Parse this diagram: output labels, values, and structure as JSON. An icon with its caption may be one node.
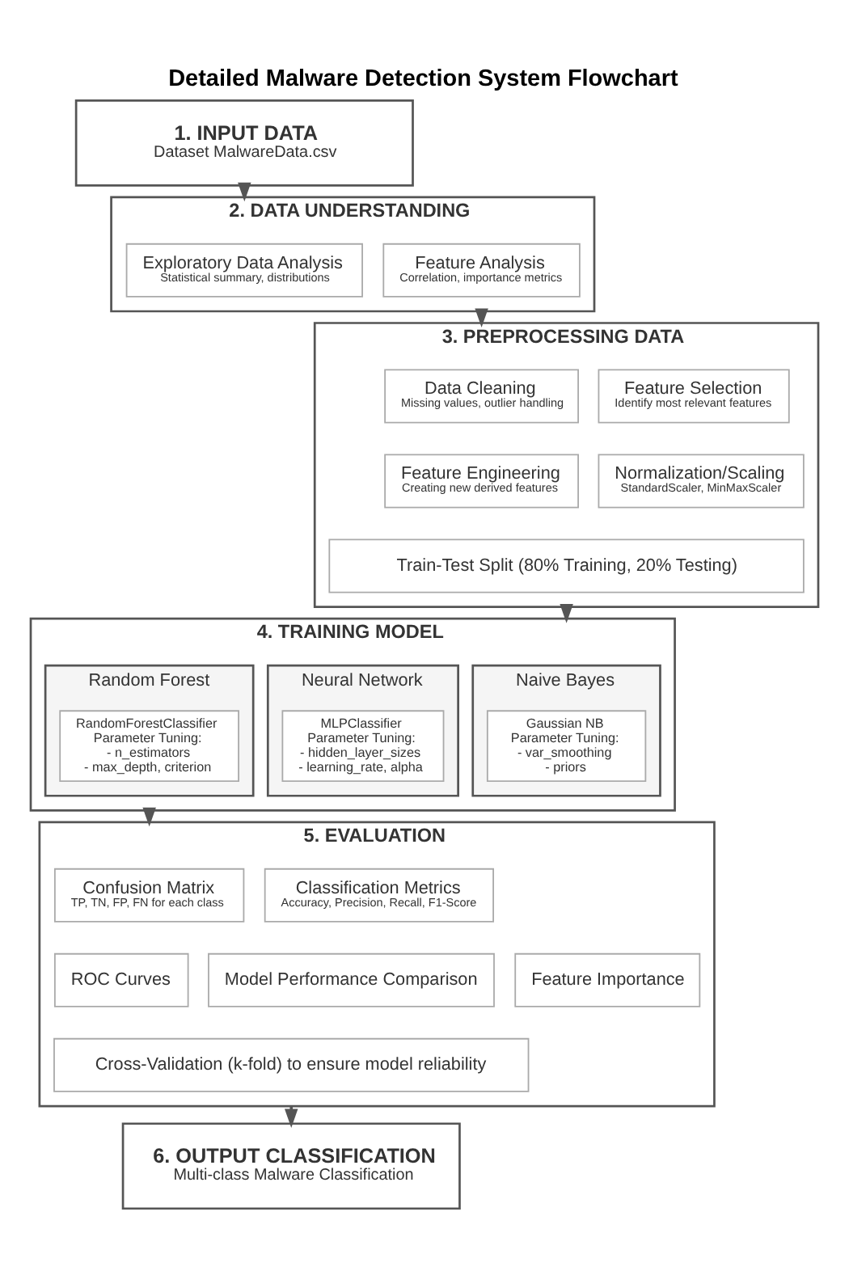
{
  "diagram": {
    "title": "Detailed Malware Detection System Flowchart",
    "nodes": [
      {
        "text": [
          "1. INPUT DATA",
          "Dataset MalwareData.csv"
        ]
      },
      {
        "text": [
          "2. DATA UNDERSTANDING"
        ]
      },
      {
        "text": [
          "Exploratory Data Analysis",
          "Statistical summary, distributions"
        ],
        "in": 1
      },
      {
        "text": [
          "Feature Analysis",
          "Correlation, importance metrics"
        ],
        "in": 1
      },
      {
        "text": [
          "3. PREPROCESSING DATA"
        ]
      },
      {
        "text": [
          "Data Cleaning",
          "Missing values, outlier handling"
        ],
        "in": 4
      },
      {
        "text": [
          "Feature Selection",
          "Identify most relevant features"
        ],
        "in": 4
      },
      {
        "text": [
          "Feature Engineering",
          "Creating new derived features"
        ],
        "in": 4
      },
      {
        "text": [
          "Normalization/Scaling",
          "StandardScaler, MinMaxScaler"
        ],
        "in": 4
      },
      {
        "text": [
          "Train-Test Split (80% Training, 20% Testing)"
        ],
        "in": 4
      },
      {
        "text": [
          "4. TRAINING MODEL"
        ]
      },
      {
        "text": [
          "Naive Bayes"
        ],
        "in": 10
      },
      {
        "text": [
          "Gaussian NB",
          "Parameter Tuning:",
          "- var_smoothing",
          "- priors"
        ],
        "in": 11
      },
      {
        "text": [
          "Neural Network"
        ],
        "in": 10
      },
      {
        "text": [
          "MLPClassifier",
          "Parameter Tuning:",
          "- hidden_layer_sizes",
          "- learning_rate, alpha"
        ],
        "in": 13
      },
      {
        "text": [
          "Random Forest"
        ],
        "in": 10
      },
      {
        "text": [
          "RandomForestClassifier",
          "Parameter Tuning:",
          "- n_estimators",
          "- max_depth, criterion"
        ],
        "in": 15
      },
      {
        "text": [
          "5. EVALUATION"
        ]
      },
      {
        "text": [
          "Confusion Matrix",
          "TP, TN, FP, FN for each class"
        ],
        "in": 17
      },
      {
        "text": [
          "Classification Metrics",
          "Accuracy, Precision, Recall, F1-Score"
        ],
        "in": 17
      },
      {
        "text": [
          "ROC Curves"
        ],
        "in": 17
      },
      {
        "text": [
          "Model Performance Comparison"
        ],
        "in": 17
      },
      {
        "text": [
          "Feature Importance"
        ],
        "in": 17
      },
      {
        "text": [
          "Cross-Validation (k-fold) to ensure model reliability"
        ],
        "in": 17
      },
      {
        "text": [
          "6. OUTPUT CLASSIFICATION",
          "Multi-class Malware Classification"
        ]
      }
    ],
    "edges": [
      {
        "from": 0,
        "to": 1,
        "arrow": "to"
      },
      {
        "from": 1,
        "to": 4,
        "arrow": "to"
      },
      {
        "from": 4,
        "to": 10,
        "arrow": "to"
      },
      {
        "from": 10,
        "to": 17,
        "arrow": "to"
      },
      {
        "from": 17,
        "to": 24,
        "arrow": "to"
      }
    ]
  }
}
